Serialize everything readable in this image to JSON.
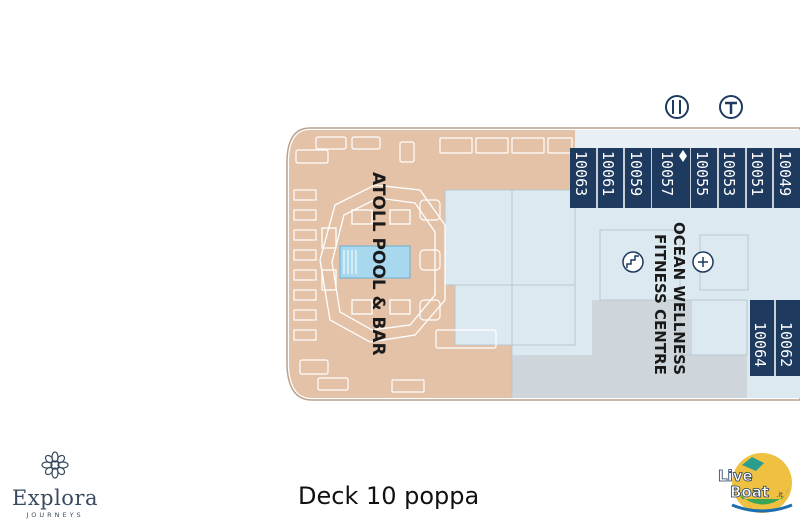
{
  "deck": {
    "title": "Deck 10 poppa"
  },
  "brand": {
    "name": "Explora",
    "sub": "JOURNEYS",
    "watermark": "LiveBoat.it"
  },
  "venues": {
    "pool": "ATOLL POOL & BAR",
    "fitness_line1": "OCEAN WELLNESS",
    "fitness_line2": "FITNESS CENTRE"
  },
  "cabins_upper": [
    "10063",
    "10061",
    "10059",
    "10057",
    "10055",
    "10053",
    "10051",
    "10049"
  ],
  "cabins_lower": [
    "10064",
    "10062"
  ],
  "icons": [
    "restroom-icon",
    "elevator-icon",
    "stairs-icon",
    "accessible-icon"
  ],
  "colors": {
    "deck": "#e3c2a8",
    "interior": "#dce9f1",
    "cabin": "#1e3a5f",
    "pool": "#a8d8ee",
    "gray": "#cfd6db"
  }
}
